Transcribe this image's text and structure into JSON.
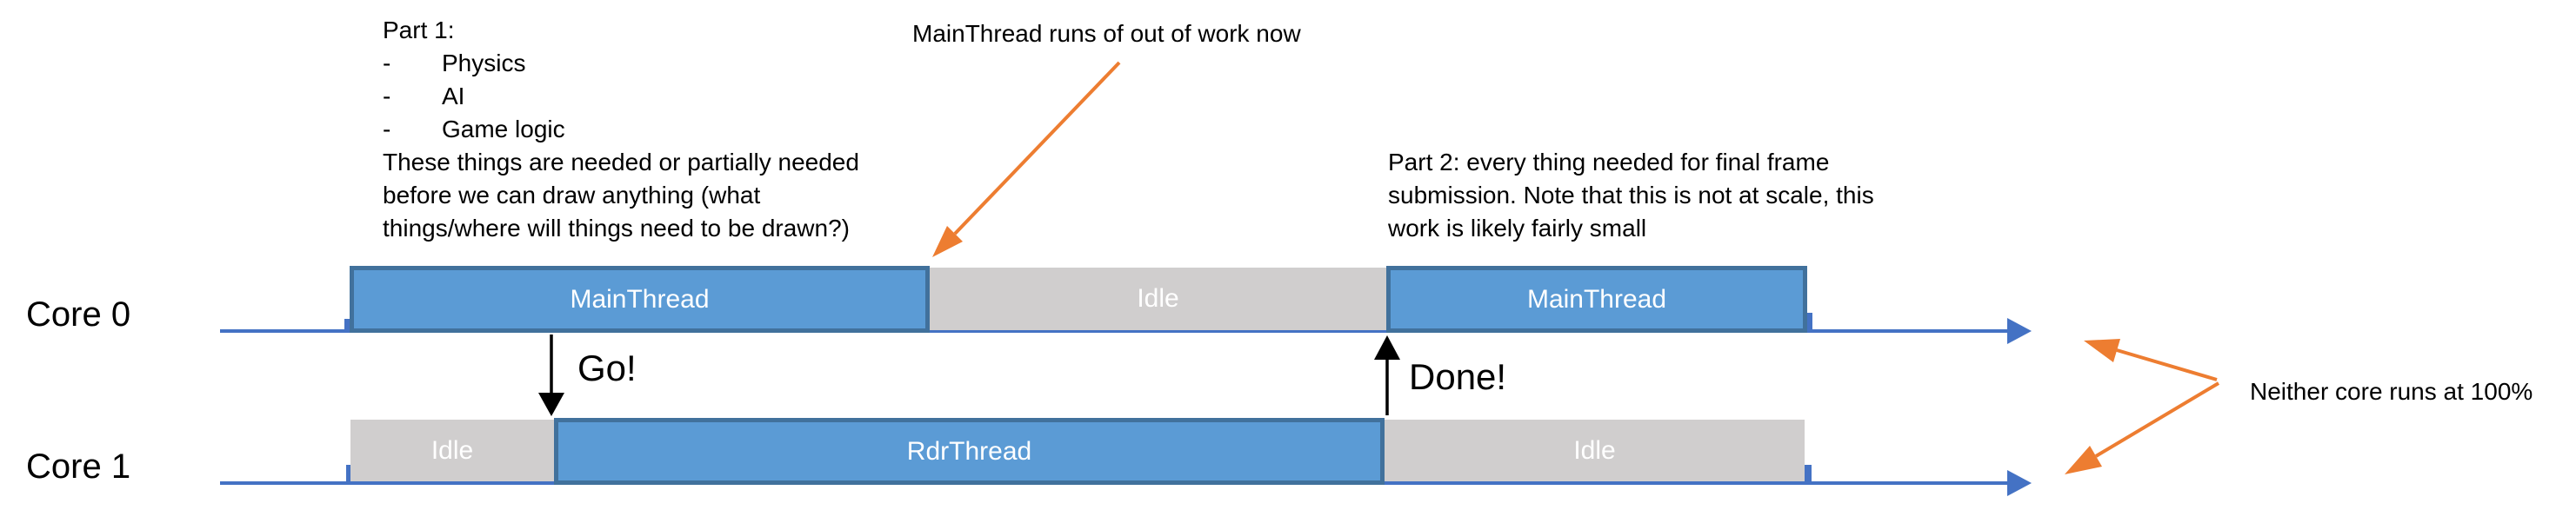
{
  "colors": {
    "bar_fill": "#5B9BD5",
    "bar_border": "#41719C",
    "idle_fill": "#D0CECE",
    "timeline": "#4472C4",
    "orange": "#ED7D31",
    "bar_text": "#FFFFFF"
  },
  "annotations": {
    "part1_title": "Part 1:",
    "bullet_char": "-",
    "part1_bullets": [
      "Physics",
      "AI",
      "Game logic"
    ],
    "part1_note": "These things are needed or partially needed\nbefore we can draw anything (what\nthings/where will things need to be drawn?)",
    "out_of_work": "MainThread runs of out of work now",
    "part2": "Part 2: every thing needed for final frame\nsubmission. Note that this is not at scale, this\nwork is likely fairly small",
    "neither_core": "Neither core runs at 100%",
    "go": "Go!",
    "done": "Done!"
  },
  "cores": [
    {
      "label": "Core 0",
      "segments": [
        {
          "label": "MainThread",
          "type": "busy"
        },
        {
          "label": "Idle",
          "type": "idle"
        },
        {
          "label": "MainThread",
          "type": "busy"
        }
      ]
    },
    {
      "label": "Core 1",
      "segments": [
        {
          "label": "Idle",
          "type": "idle"
        },
        {
          "label": "RdrThread",
          "type": "busy"
        },
        {
          "label": "Idle",
          "type": "idle"
        }
      ]
    }
  ]
}
